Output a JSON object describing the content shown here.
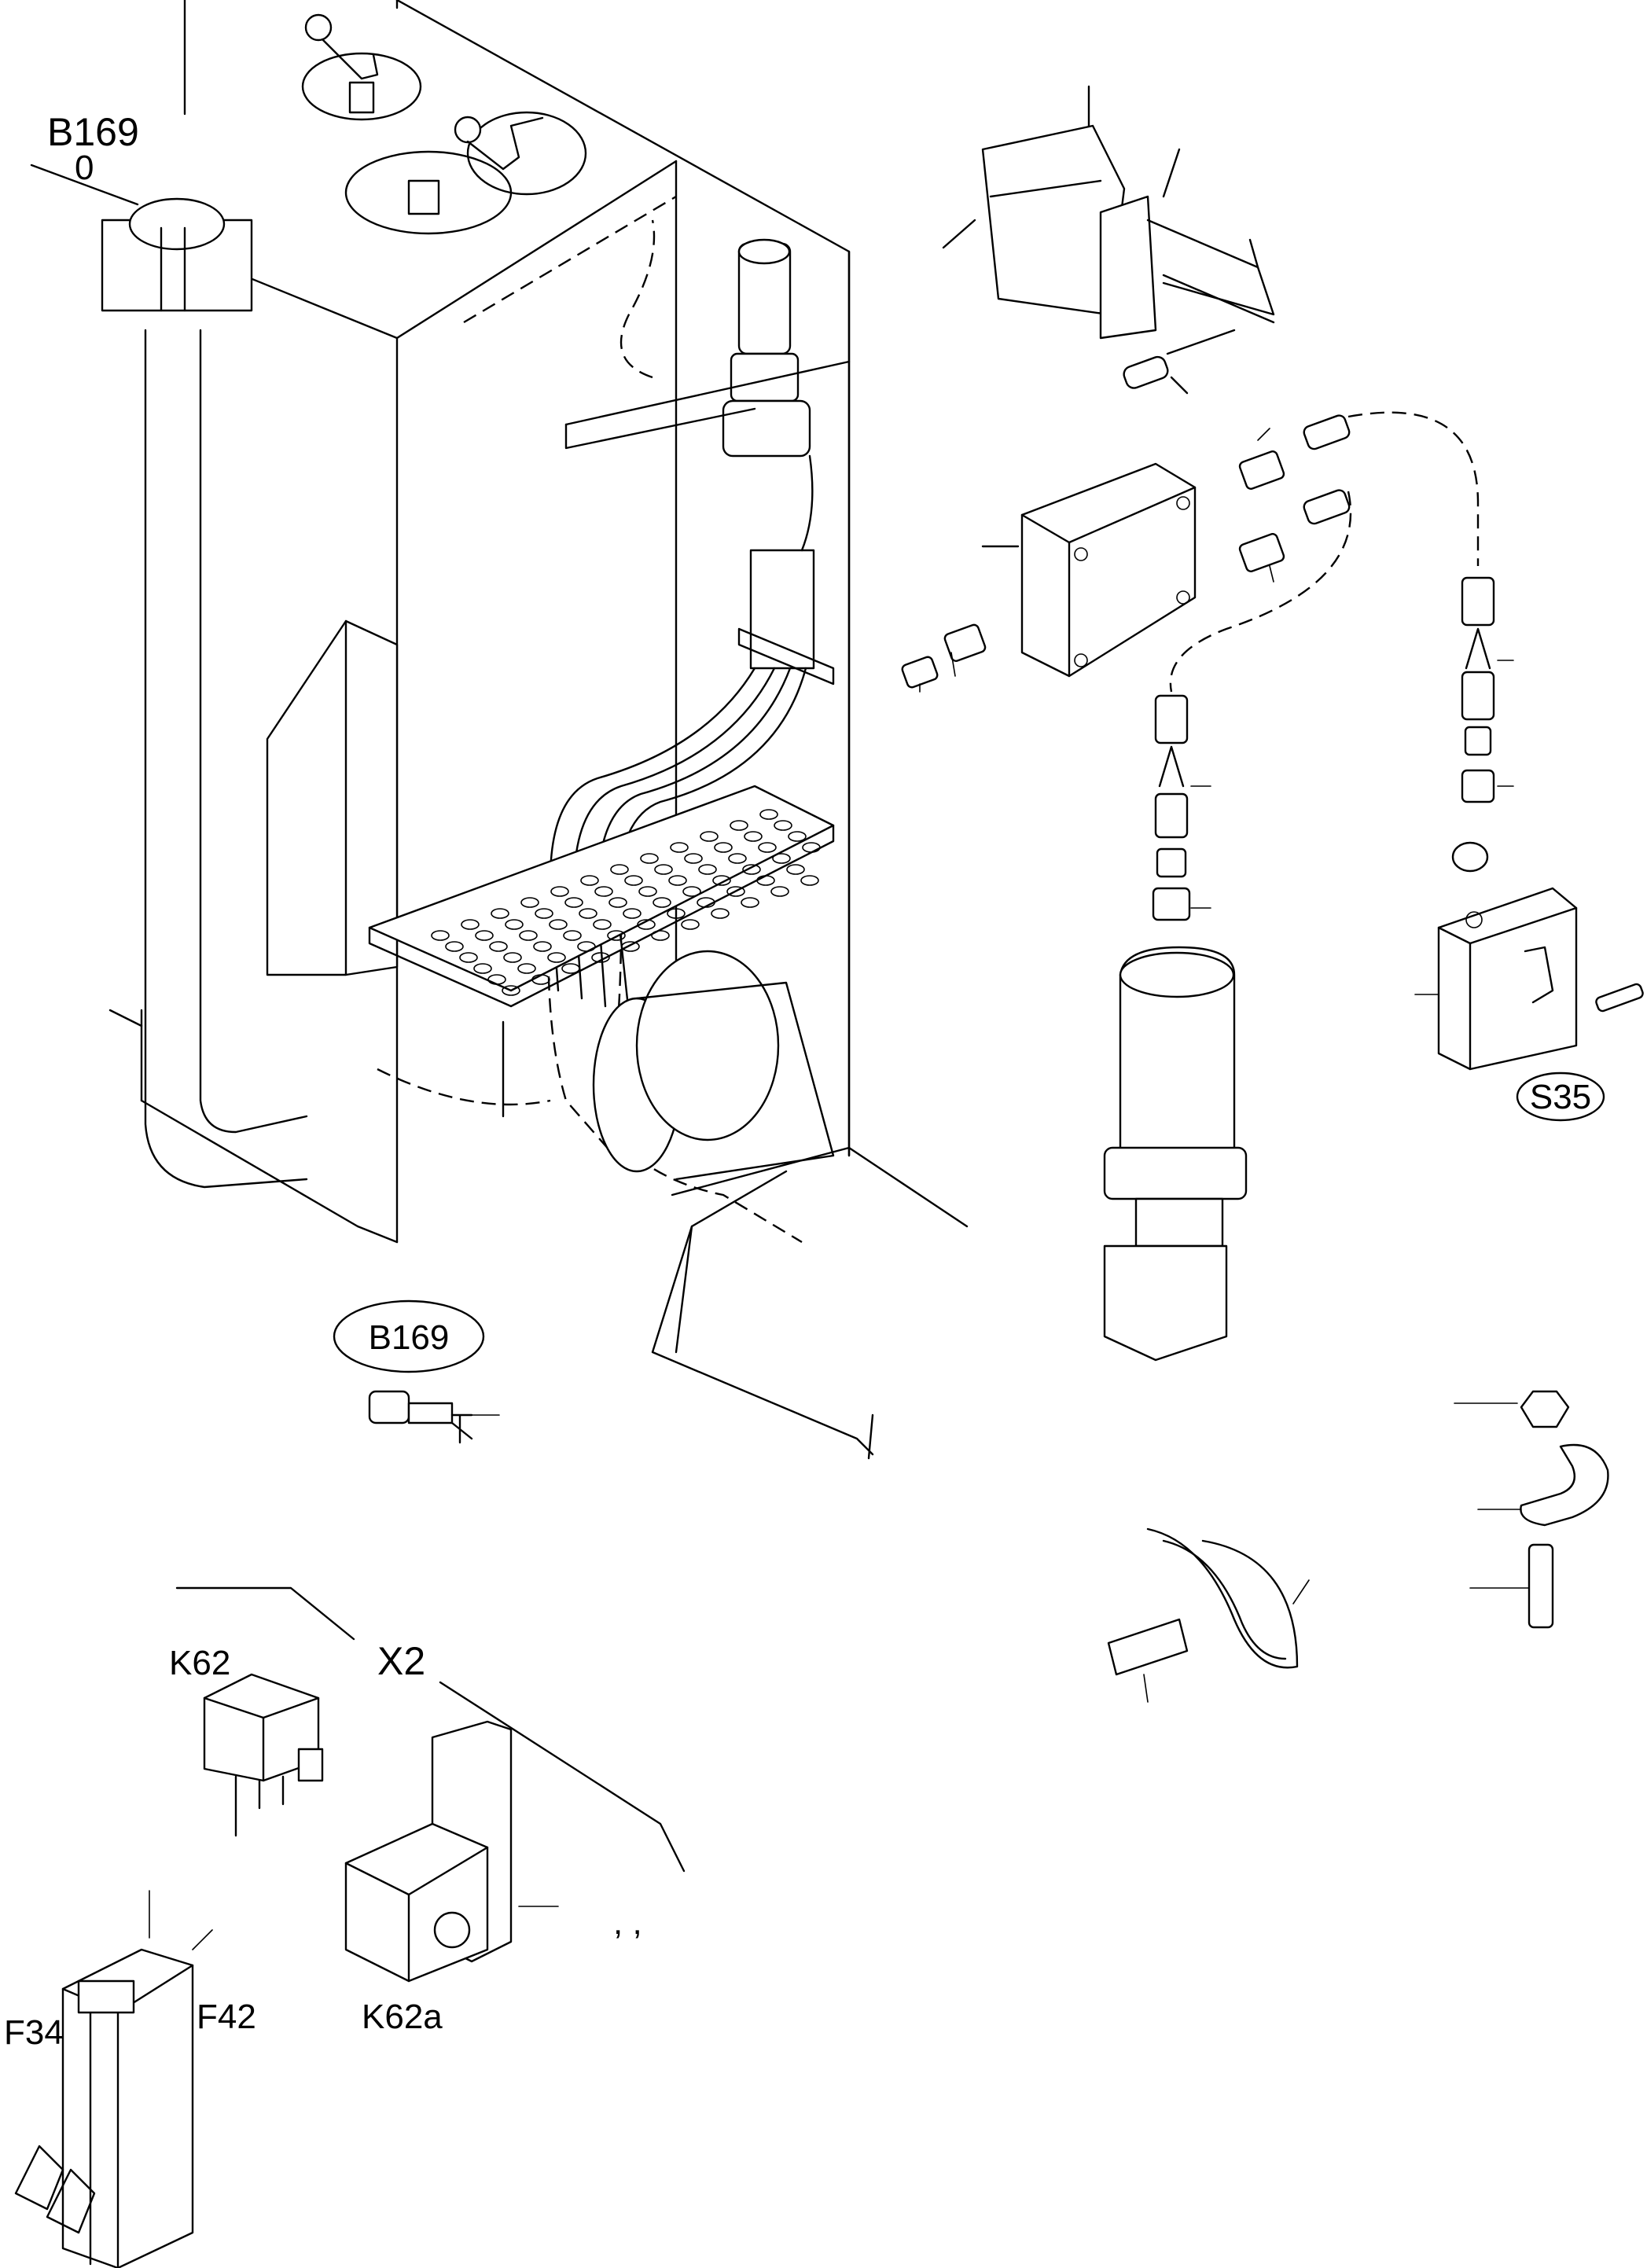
{
  "labels": {
    "b169_top": "B169",
    "b169_top_sub": "0",
    "b169_circle": "B169",
    "s35": "S35",
    "x2": "X2",
    "k62": "K62",
    "k62a": "K62a",
    "f34": "F34",
    "f42": "F42",
    "commas": ",  ,"
  }
}
